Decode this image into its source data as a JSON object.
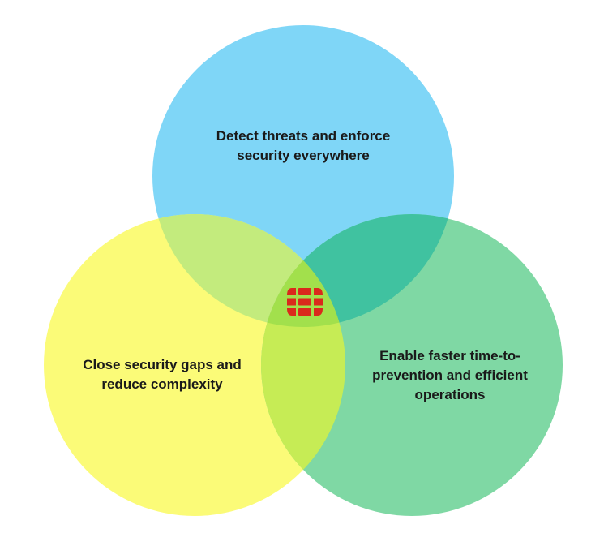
{
  "diagram": {
    "type": "venn",
    "sets": [
      {
        "id": "top",
        "lines": [
          "Detect threats and enforce",
          "security everywhere"
        ],
        "color": "#7fd6f7"
      },
      {
        "id": "left",
        "lines": [
          "Close security gaps and",
          "reduce complexity"
        ],
        "color": "#fbfb78"
      },
      {
        "id": "right",
        "lines": [
          "Enable faster time-to-",
          "prevention and efficient",
          "operations"
        ],
        "color": "#7fd8a4"
      }
    ],
    "overlap_colors": {
      "top_left": "#c3eb7d",
      "top_right": "#40c2a0",
      "left_right": "#c6ec55",
      "center": "#a2e04c"
    },
    "center_icon": {
      "name": "fortinet-logo-icon",
      "color": "#da291c"
    }
  }
}
